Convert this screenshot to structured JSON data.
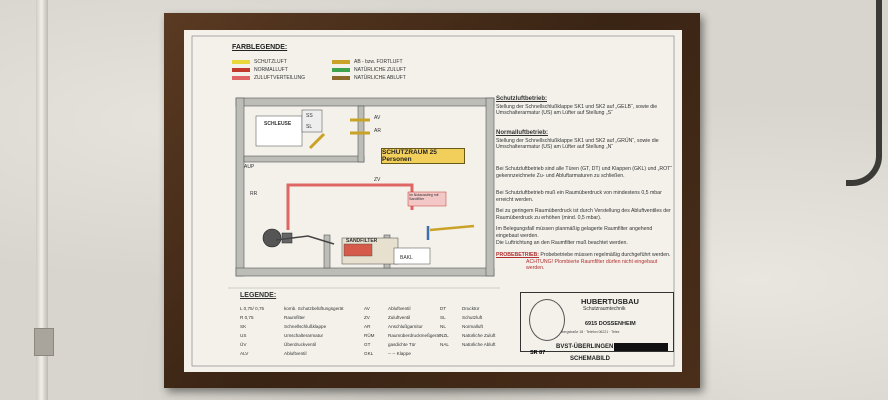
{
  "wall": {
    "pipe": "conduit-pipe",
    "cable": "wall-cable"
  },
  "poster": {
    "legend_title": "FARBLEGENDE:",
    "color_legend": [
      {
        "label": "SCHUTZLUFT",
        "color": "#e8d63a"
      },
      {
        "label": "NORMALLUFT",
        "color": "#c0392b"
      },
      {
        "label": "ZULUFTVERTEILUNG",
        "color": "#e06666"
      },
      {
        "label": "AB - bzw. FORTLUFT",
        "color": "#c9a227"
      },
      {
        "label": "NATÜRLICHE ZULUFT",
        "color": "#3fa34d"
      },
      {
        "label": "NATÜRLICHE ABLUFT",
        "color": "#8b6a2b"
      }
    ],
    "room_title": "SCHUTZRAUM 25 Personen",
    "plan_labels": {
      "schleuse": "SCHLEUSE",
      "sandfilter": "SANDFILTER",
      "notausstieg": "im Notausstieg mit Sandfilter",
      "ss": "SS",
      "sl": "SL",
      "av": "AV",
      "ar": "AR",
      "zv": "ZV",
      "rr": "RR",
      "aup": "AUP",
      "bakl": "BAKL"
    },
    "schutz_h": "Schutzluftbetrieb:",
    "schutz_text": "Stellung der Schnellschlußklappe SK1 und SK2 auf „GELB“, sowie die Umschalterarmatur (US) am Lüfter auf Stellung „S“",
    "normal_h": "Normalluftbetrieb:",
    "normal_text": "Stellung der Schnellschlußklappe SK1 und SK2 auf „GRÜN“, sowie die Umschalterarmatur (US) am Lüfter auf Stellung „N“",
    "notes": [
      "Bei Schutzluftbetrieb sind alle Türen (GT, DT) und Klappen (GKL) und „ROT“ gekennzeichnete Zu- und Abluftarmaturen zu schließen.",
      "Bei Schutzluftbetrieb muß ein Raumüberdruck von mindestens 0,5 mbar erreicht werden.",
      "Bei zu geringem Raumüberdruck ist durch Verstellung des Abluftventiles der Raumüberdruck zu erhöhen (mind. 0,5 mbar).",
      "Im Belegungsfall müssen planmäßig gelagerte Raumfilter angehend eingebaut werden.",
      "Die Luftrichtung an den Raumfilter muß beachtet werden."
    ],
    "probe_label": "PROBEBETRIEB:",
    "probe_text": "Probebetriebe müssen regelmäßig durchgeführt werden.",
    "achtung": "ACHTUNG! Plombierte Raumfilter dürfen nicht eingebaut werden.",
    "legende_h": "LEGENDE:",
    "legende": [
      [
        "L 0,75/ 0,75",
        "komb. Schutzbelüftungsgerät",
        "AV",
        "Abluftventil",
        "DT",
        "Drucktür"
      ],
      [
        "R 0,75",
        "Raumfilter",
        "ZV",
        "Zuluftventil",
        "SL",
        "Schutzluft"
      ],
      [
        "SK",
        "Schnellschlußklappe",
        "AR",
        "Anschlußgarnitur",
        "NL",
        "Normalluft"
      ],
      [
        "US",
        "Umschalterarmatur",
        "RÜM",
        "Raumüberdruckmeßgerät",
        "NZL",
        "Natürliche Zuluft"
      ],
      [
        "ÜV",
        "Überdruckventil",
        "GT",
        "gasdichte Tür",
        "NAL",
        "Natürliche Abluft"
      ],
      [
        "ALV",
        "Abluftventil",
        "GKL",
        "-- -- Klappe",
        "",
        ""
      ]
    ],
    "brand_name": "HUBERTUSBAU",
    "brand_sub": "Schutzraumtechnik",
    "brand_city": "6915 DOSSENHEIM",
    "brand_addr": "Bergstraße 18 · Telefon 06221 · Telex",
    "footer_code": "SR 87",
    "footer_place": "BVST-ÜBERLINGEN",
    "footer_title": "SCHEMABILD"
  }
}
